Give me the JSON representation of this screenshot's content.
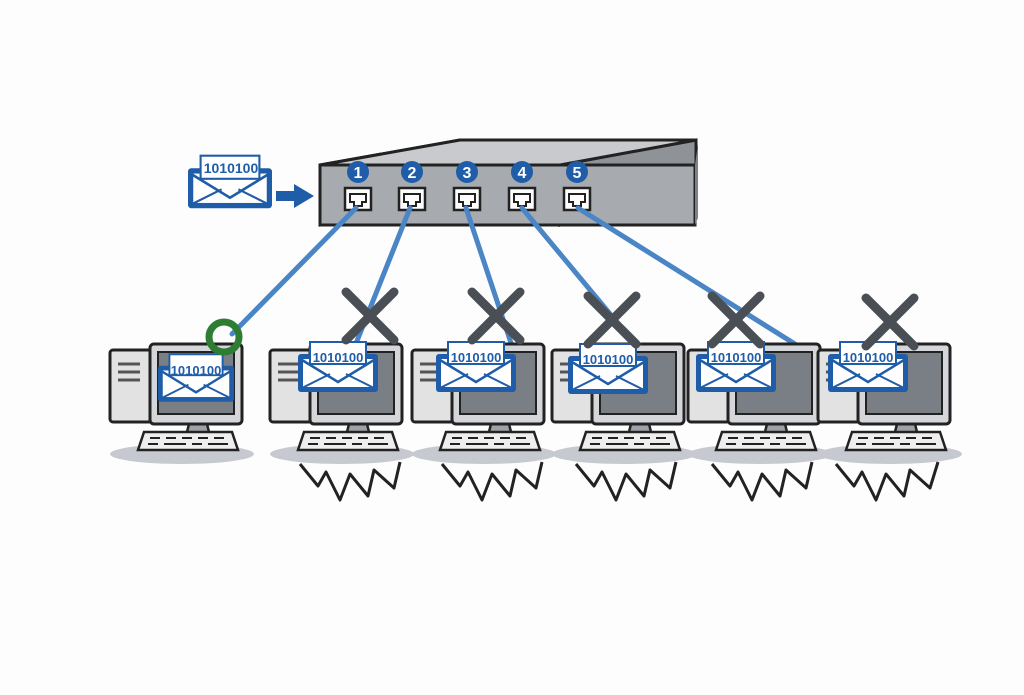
{
  "packet": {
    "bits": "1010100"
  },
  "ports": [
    {
      "number": "1"
    },
    {
      "number": "2"
    },
    {
      "number": "3"
    },
    {
      "number": "4"
    },
    {
      "number": "5"
    }
  ],
  "computers": [
    {
      "envelope_bits": "1010100",
      "status": "accepted"
    },
    {
      "envelope_bits": "1010100",
      "status": "rejected"
    },
    {
      "envelope_bits": "1010100",
      "status": "rejected"
    },
    {
      "envelope_bits": "1010100",
      "status": "rejected"
    },
    {
      "envelope_bits": "1010100",
      "status": "rejected"
    },
    {
      "envelope_bits": "1010100",
      "status": "rejected"
    }
  ],
  "colors": {
    "accent_blue": "#1f5da8",
    "cable_blue": "#4a86c5",
    "accept_green": "#2e7d32",
    "reject_gray": "#4a4f55",
    "hub_gray": "#a7aaae"
  }
}
